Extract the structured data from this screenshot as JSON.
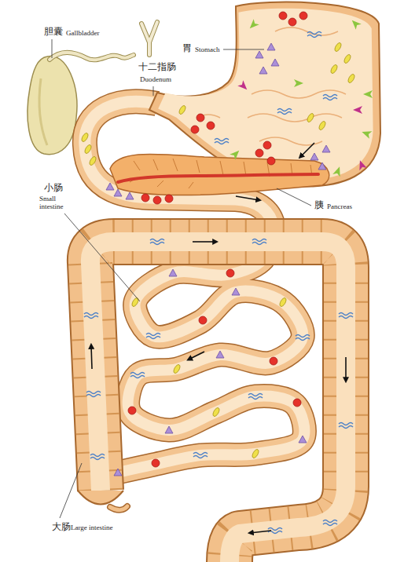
{
  "diagram": {
    "labels": [
      "胆囊",
      "Gallbladder",
      "胃",
      "Stomach",
      "十二指肠",
      "Duodenum",
      "小肠",
      "Small intestine",
      "胰",
      "Pancreas",
      "大肠",
      "Large intestine"
    ]
  }
}
